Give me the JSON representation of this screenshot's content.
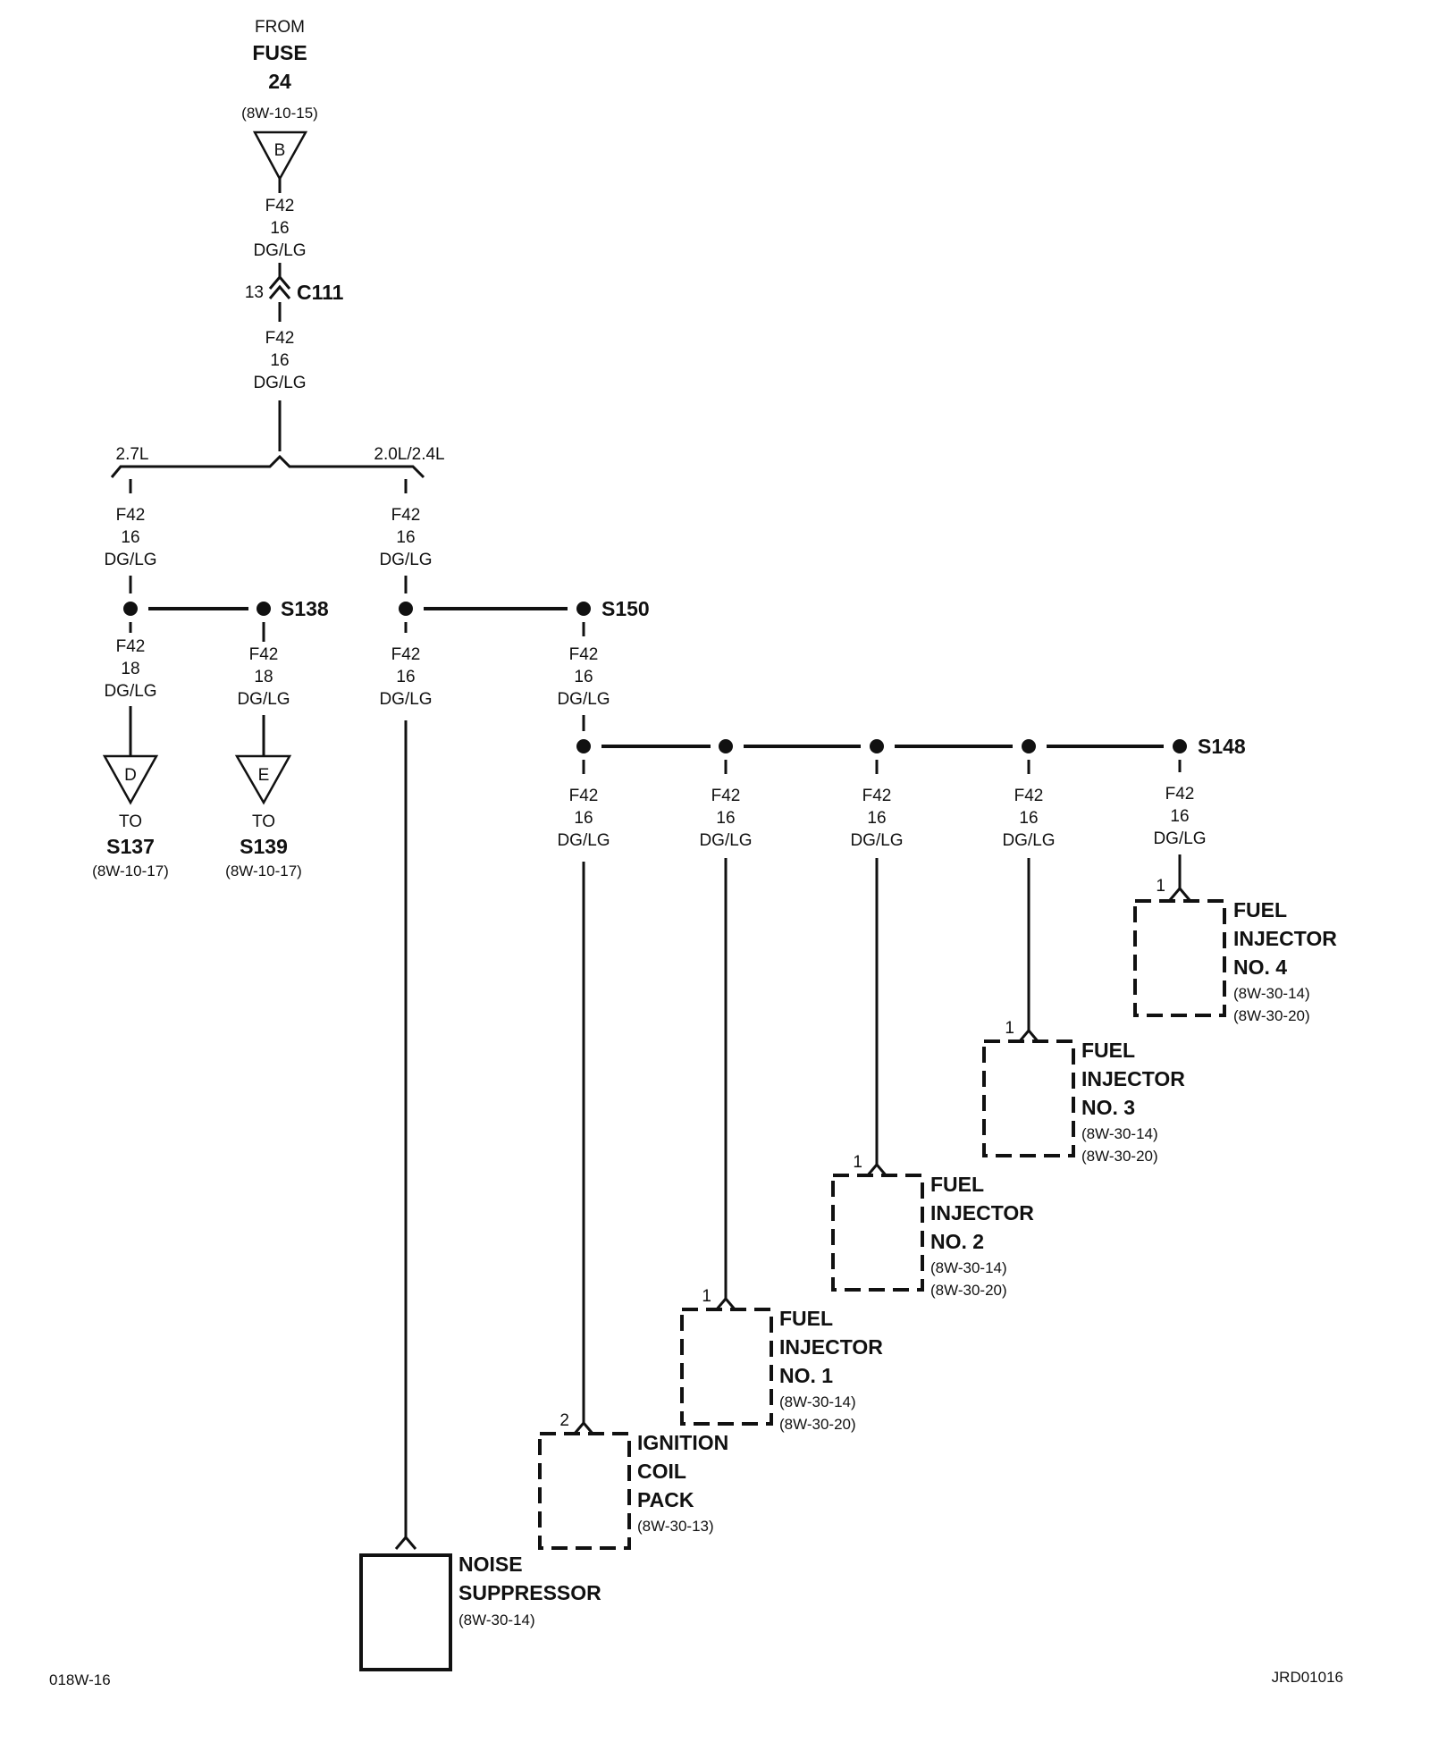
{
  "source": {
    "from": "FROM",
    "fuse": "FUSE",
    "fuse_no": "24",
    "ref": "(8W-10-15)",
    "connector_letter": "B"
  },
  "wire": {
    "circuit": "F42",
    "gauge": "16",
    "gauge_small": "18",
    "color": "DG/LG"
  },
  "connector": {
    "pin": "13",
    "name": "C111"
  },
  "branch": {
    "left": "2.7L",
    "right": "2.0L/2.4L"
  },
  "splices": {
    "s138": "S138",
    "s150": "S150",
    "s148": "S148"
  },
  "outputs": {
    "to": "TO",
    "d": {
      "letter": "D",
      "name": "S137",
      "ref": "(8W-10-17)"
    },
    "e": {
      "letter": "E",
      "name": "S139",
      "ref": "(8W-10-17)"
    }
  },
  "components": {
    "injector4": {
      "pin": "1",
      "l1": "FUEL",
      "l2": "INJECTOR",
      "l3": "NO. 4",
      "r1": "(8W-30-14)",
      "r2": "(8W-30-20)"
    },
    "injector3": {
      "pin": "1",
      "l1": "FUEL",
      "l2": "INJECTOR",
      "l3": "NO. 3",
      "r1": "(8W-30-14)",
      "r2": "(8W-30-20)"
    },
    "injector2": {
      "pin": "1",
      "l1": "FUEL",
      "l2": "INJECTOR",
      "l3": "NO. 2",
      "r1": "(8W-30-14)",
      "r2": "(8W-30-20)"
    },
    "injector1": {
      "pin": "1",
      "l1": "FUEL",
      "l2": "INJECTOR",
      "l3": "NO. 1",
      "r1": "(8W-30-14)",
      "r2": "(8W-30-20)"
    },
    "coil": {
      "pin": "2",
      "l1": "IGNITION",
      "l2": "COIL",
      "l3": "PACK",
      "r1": "(8W-30-13)"
    },
    "noise": {
      "l1": "NOISE",
      "l2": "SUPPRESSOR",
      "r1": "(8W-30-14)"
    }
  },
  "footer": {
    "left": "018W-16",
    "right": "JRD01016"
  }
}
